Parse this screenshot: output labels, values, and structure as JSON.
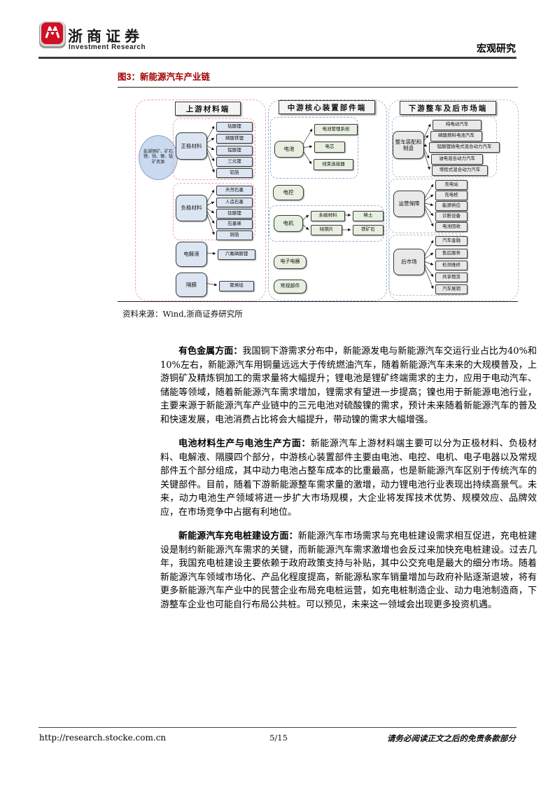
{
  "colors": {
    "brand_red": "#cf1126",
    "figure_title_red": "#a30000"
  },
  "header": {
    "brand_cn": "浙商证券",
    "brand_en": "Investment Research",
    "section": "宏观研究"
  },
  "figure": {
    "title": "图3：新能源汽车产业链",
    "source": "资料来源：Wind,浙商证券研究所"
  },
  "diagram": {
    "col_titles": [
      "上游材料端",
      "中游核心装置部件端",
      "下游整车及后市场端"
    ],
    "upstream": {
      "resources": "盐湖锂矿、矿石锂、钴、镍、锰矿资源",
      "cathode": {
        "label": "正极材料",
        "leaves": [
          "钴酸锂",
          "磷酸铁锂",
          "锰酸锂",
          "三元锂",
          "铝箔"
        ]
      },
      "anode": {
        "label": "负极材料",
        "leaves": [
          "天然石墨",
          "人造石墨",
          "钛酸锂",
          "石墨烯",
          "铜箔"
        ]
      },
      "electrolyte": {
        "label": "电解液",
        "leaf": "六氟磷酸锂"
      },
      "separator": {
        "label": "隔膜",
        "leaf": "聚烯烃"
      }
    },
    "midstream": {
      "battery": {
        "label": "电池",
        "leaves": [
          "电池管理系统",
          "电芯",
          "线束连接器"
        ]
      },
      "control": {
        "label": "电控"
      },
      "motor": {
        "label": "电机",
        "magnet": "永磁材料",
        "magnet_src": "稀土",
        "steel": "硅钢片",
        "steel_src": "铁矿石"
      },
      "electronics": {
        "label": "电子电器"
      },
      "standard_parts": {
        "label": "常规部件"
      }
    },
    "downstream": {
      "assembly": {
        "label": "整车装配和制造",
        "leaves": [
          "纯电动汽车",
          "磷酸燃料电池汽车",
          "锰酸锂插电式混合动力汽车",
          "油电混合动力汽车",
          "增程式混合动力汽车"
        ]
      },
      "operation": {
        "label": "运营保障",
        "leaves": [
          "充电站",
          "充电桩",
          "能源供应",
          "诊断设备",
          "电池回收"
        ]
      },
      "aftermarket": {
        "label": "后市场",
        "leaves": [
          "汽车金融",
          "售后服务",
          "检测维修",
          "共享租赁",
          "汽车展销"
        ]
      }
    }
  },
  "body": {
    "p1_lead": "有色金属方面：",
    "p1_text": "我国铜下游需求分布中，新能源发电与新能源汽车交运行业占比为40%和10%左右，新能源汽车用铜量远远大于传统燃油汽车，随着新能源汽车未来的大规模普及，上游铜矿及精炼铜加工的需求量将大幅提升；锂电池是锂矿终端需求的主力，应用于电动汽车、储能等领域，随着新能源汽车需求增加，锂需求有望进一步提高；镍也用于新能源电池行业，主要来源于新能源汽车产业链中的三元电池对硫酸镍的需求，预计未来随着新能源汽车的普及和快速发展，电池消费占比将会大幅提升，带动镍的需求大幅增强。",
    "p2_lead": "电池材料生产与电池生产方面：",
    "p2_text": "新能源汽车上游材料端主要可以分为正极材料、负极材料、电解液、隔膜四个部分，中游核心装置部件主要由电池、电控、电机、电子电器以及常规部件五个部分组成，其中动力电池占整车成本的比重最高，也是新能源汽车区别于传统汽车的关键部件。目前，随着下游新能源整车需求量的激增，动力锂电池行业表现出持续高景气。未来，动力电池生产领域将进一步扩大市场规模，大企业将发挥技术优势、规模效应、品牌效应，在市场竞争中占据有利地位。",
    "p3_lead": "新能源汽车充电桩建设方面：",
    "p3_text": "新能源汽车市场需求与充电桩建设需求相互促进，充电桩建设是制约新能源汽车需求的关键，而新能源汽车需求激增也会反过来加快充电桩建设。过去几年，我国充电桩建设主要依赖于政府政策支持与补贴，其中公交充电是最大的细分市场。随着新能源汽车领域市场化、产品化程度提高，新能源私家车销量增加与政府补贴逐渐退坡，将有更多新能源汽车产业中的民营企业布局充电桩运营，如充电桩制造企业、动力电池制造商，下游整车企业也可能自行布局公共桩。可以预见，未来这一领域会出现更多投资机遇。"
  },
  "footer": {
    "url": "http://research.stocke.com.cn",
    "page": "5/15",
    "disclaimer": "请务必阅读正文之后的免责条款部分"
  }
}
